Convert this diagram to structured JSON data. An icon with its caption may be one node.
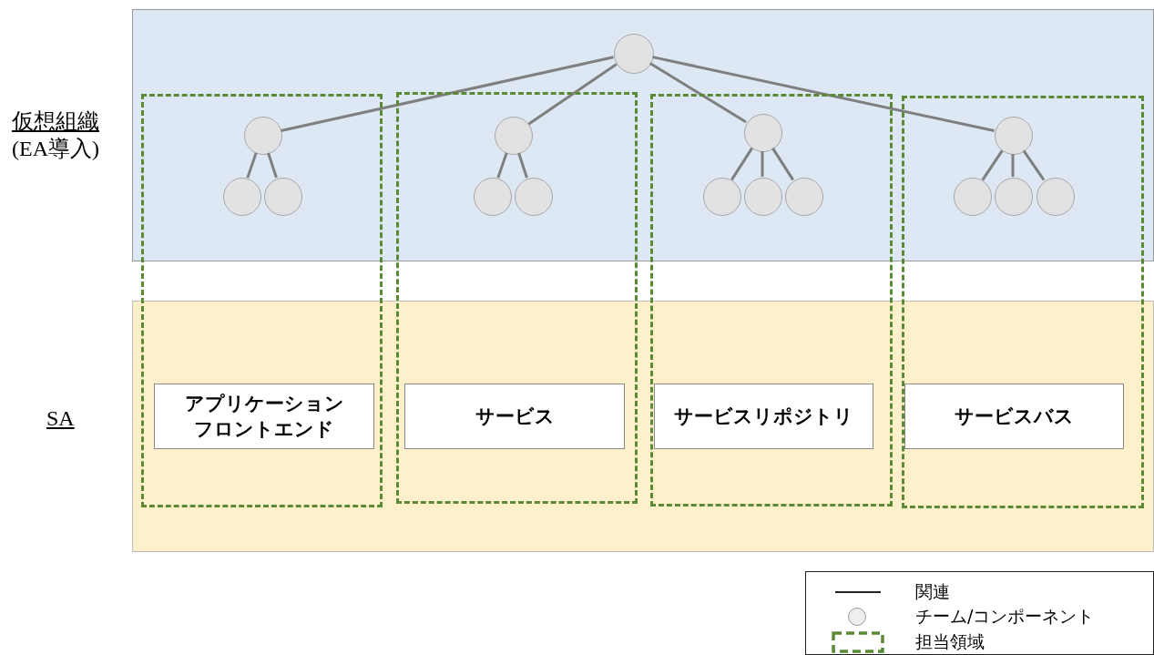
{
  "diagram": {
    "nodes": [
      {
        "text": [
          "仮想組織",
          "(EA導入)"
        ]
      },
      {
        "text": [
          "SA"
        ]
      },
      {
        "text": [],
        "shape": "circle",
        "in": 0
      },
      {
        "text": [],
        "shape": "circle",
        "in": 0
      },
      {
        "text": [],
        "shape": "circle",
        "in": 0
      },
      {
        "text": [],
        "shape": "circle",
        "in": 0
      },
      {
        "text": [
          "アプリケーションフロントエンド"
        ],
        "in": 1
      },
      {
        "text": [],
        "shape": "circle",
        "in": 0
      },
      {
        "text": [],
        "shape": "circle",
        "in": 0
      },
      {
        "text": [],
        "shape": "circle",
        "in": 0
      },
      {
        "text": [
          "サービス"
        ],
        "in": 1
      },
      {
        "text": [],
        "shape": "circle",
        "in": 0
      },
      {
        "text": [],
        "shape": "circle",
        "in": 0
      },
      {
        "text": [],
        "shape": "circle",
        "in": 0
      },
      {
        "text": [],
        "shape": "circle",
        "in": 0
      },
      {
        "text": [
          "サービスリポジトリ"
        ],
        "in": 1
      },
      {
        "text": [],
        "shape": "circle",
        "in": 0
      },
      {
        "text": [],
        "shape": "circle",
        "in": 0
      },
      {
        "text": [],
        "shape": "circle",
        "in": 0
      },
      {
        "text": [],
        "shape": "circle",
        "in": 0
      },
      {
        "text": [
          "サービスバス"
        ],
        "in": 1
      }
    ],
    "edges": [
      {
        "from": 2,
        "to": 3,
        "arrow": "none"
      },
      {
        "from": 2,
        "to": 7,
        "arrow": "none"
      },
      {
        "from": 2,
        "to": 11,
        "arrow": "none"
      },
      {
        "from": 2,
        "to": 16,
        "arrow": "none"
      },
      {
        "from": 3,
        "to": 4,
        "arrow": "none"
      },
      {
        "from": 3,
        "to": 5,
        "arrow": "none"
      },
      {
        "from": 7,
        "to": 8,
        "arrow": "none"
      },
      {
        "from": 7,
        "to": 9,
        "arrow": "none"
      },
      {
        "from": 11,
        "to": 12,
        "arrow": "none"
      },
      {
        "from": 11,
        "to": 13,
        "arrow": "none"
      },
      {
        "from": 11,
        "to": 14,
        "arrow": "none"
      },
      {
        "from": 16,
        "to": 17,
        "arrow": "none"
      },
      {
        "from": 16,
        "to": 18,
        "arrow": "none"
      },
      {
        "from": 16,
        "to": 19,
        "arrow": "none"
      }
    ],
    "legend": [
      {
        "text": "関連"
      },
      {
        "text": "チーム/コンポーネント"
      },
      {
        "text": "担当領域"
      }
    ]
  }
}
